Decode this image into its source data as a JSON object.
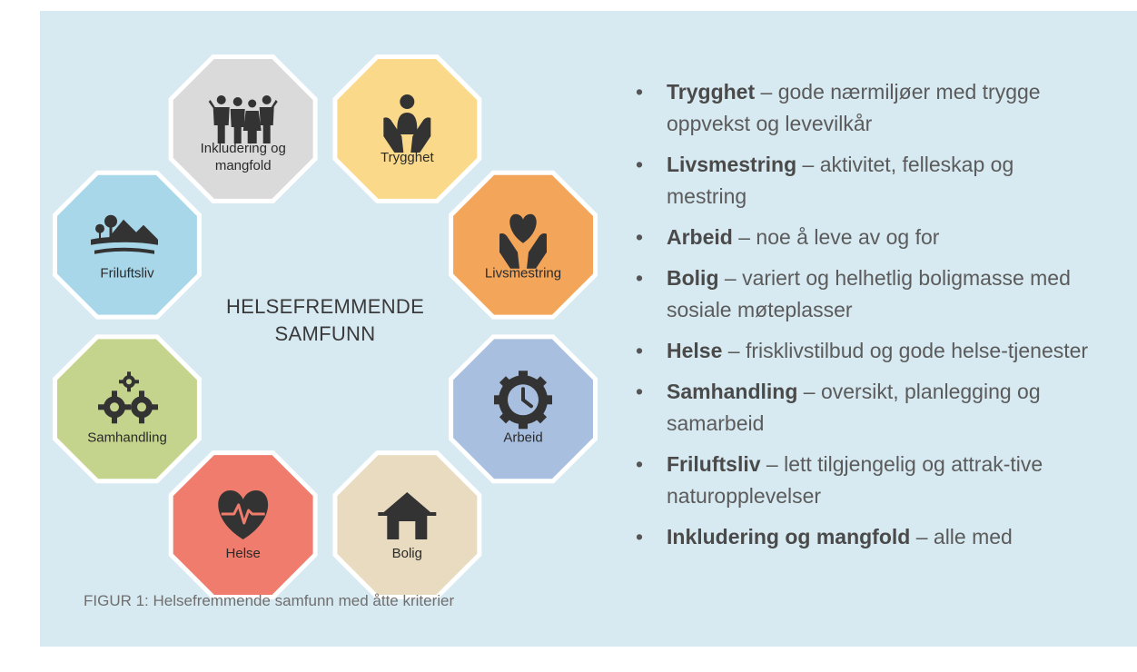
{
  "center": {
    "line1": "HELSEFREMMENDE",
    "line2": "SAMFUNN"
  },
  "segments": [
    {
      "id": "trygghet",
      "label_lines": [
        "Trygghet"
      ],
      "color": "#fbd98a",
      "icon": "protective-hands-person-icon"
    },
    {
      "id": "livsmestring",
      "label_lines": [
        "Livsmestring"
      ],
      "color": "#f3a55a",
      "icon": "hands-heart-icon"
    },
    {
      "id": "arbeid",
      "label_lines": [
        "Arbeid"
      ],
      "color": "#a9bfe0",
      "icon": "clock-gear-icon"
    },
    {
      "id": "bolig",
      "label_lines": [
        "Bolig"
      ],
      "color": "#e8dbc0",
      "icon": "house-icon"
    },
    {
      "id": "helse",
      "label_lines": [
        "Helse"
      ],
      "color": "#ef7c6c",
      "icon": "heart-pulse-icon"
    },
    {
      "id": "samhandling",
      "label_lines": [
        "Samhandling"
      ],
      "color": "#c4d48c",
      "icon": "gears-icon"
    },
    {
      "id": "friluftsliv",
      "label_lines": [
        "Friluftsliv"
      ],
      "color": "#a8d7ea",
      "icon": "landscape-icon"
    },
    {
      "id": "inkludering",
      "label_lines": [
        "Inkludering og",
        "mangfold"
      ],
      "color": "#dadada",
      "icon": "group-of-people-icon"
    }
  ],
  "caption": "FIGUR 1: Helsefremmende samfunn med åtte kriterier",
  "criteria": [
    {
      "term": "Trygghet",
      "desc": " – gode nærmiljøer med trygge oppvekst og levevilkår"
    },
    {
      "term": "Livsmestring",
      "desc": " – aktivitet, felleskap og mestring"
    },
    {
      "term": "Arbeid",
      "desc": " – noe å leve av og for"
    },
    {
      "term": "Bolig",
      "desc": " – variert og helhetlig boligmasse med sosiale møteplasser"
    },
    {
      "term": "Helse",
      "desc": " – frisklivstilbud og gode helse-tjenester"
    },
    {
      "term": "Samhandling",
      "desc": " – oversikt, planlegging og samarbeid"
    },
    {
      "term": "Friluftsliv",
      "desc": " – lett tilgjengelig og attrak-tive naturopplevelser"
    },
    {
      "term": "Inkludering og mangfold",
      "desc": " – alle med"
    }
  ]
}
